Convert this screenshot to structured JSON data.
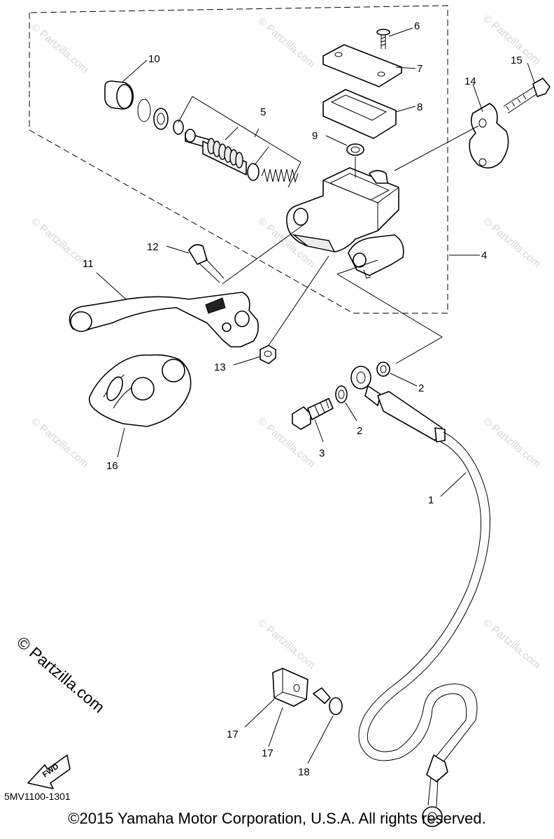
{
  "callouts": {
    "c1": "1",
    "c2a": "2",
    "c2b": "2",
    "c3": "3",
    "c4": "4",
    "c5": "5",
    "c6": "6",
    "c7": "7",
    "c8": "8",
    "c9": "9",
    "c10": "10",
    "c11": "11",
    "c12": "12",
    "c13": "13",
    "c14": "14",
    "c15": "15",
    "c16": "16",
    "c17a": "17",
    "c17b": "17",
    "c18": "18"
  },
  "watermark": {
    "small": "© Partzilla.com",
    "large": "© Partzilla.com"
  },
  "fwd_label": "FWD",
  "diagram_code": "5MV1100-1301",
  "copyright": "©2015  Yamaha Motor Corporation, U.S.A. All rights reserved."
}
